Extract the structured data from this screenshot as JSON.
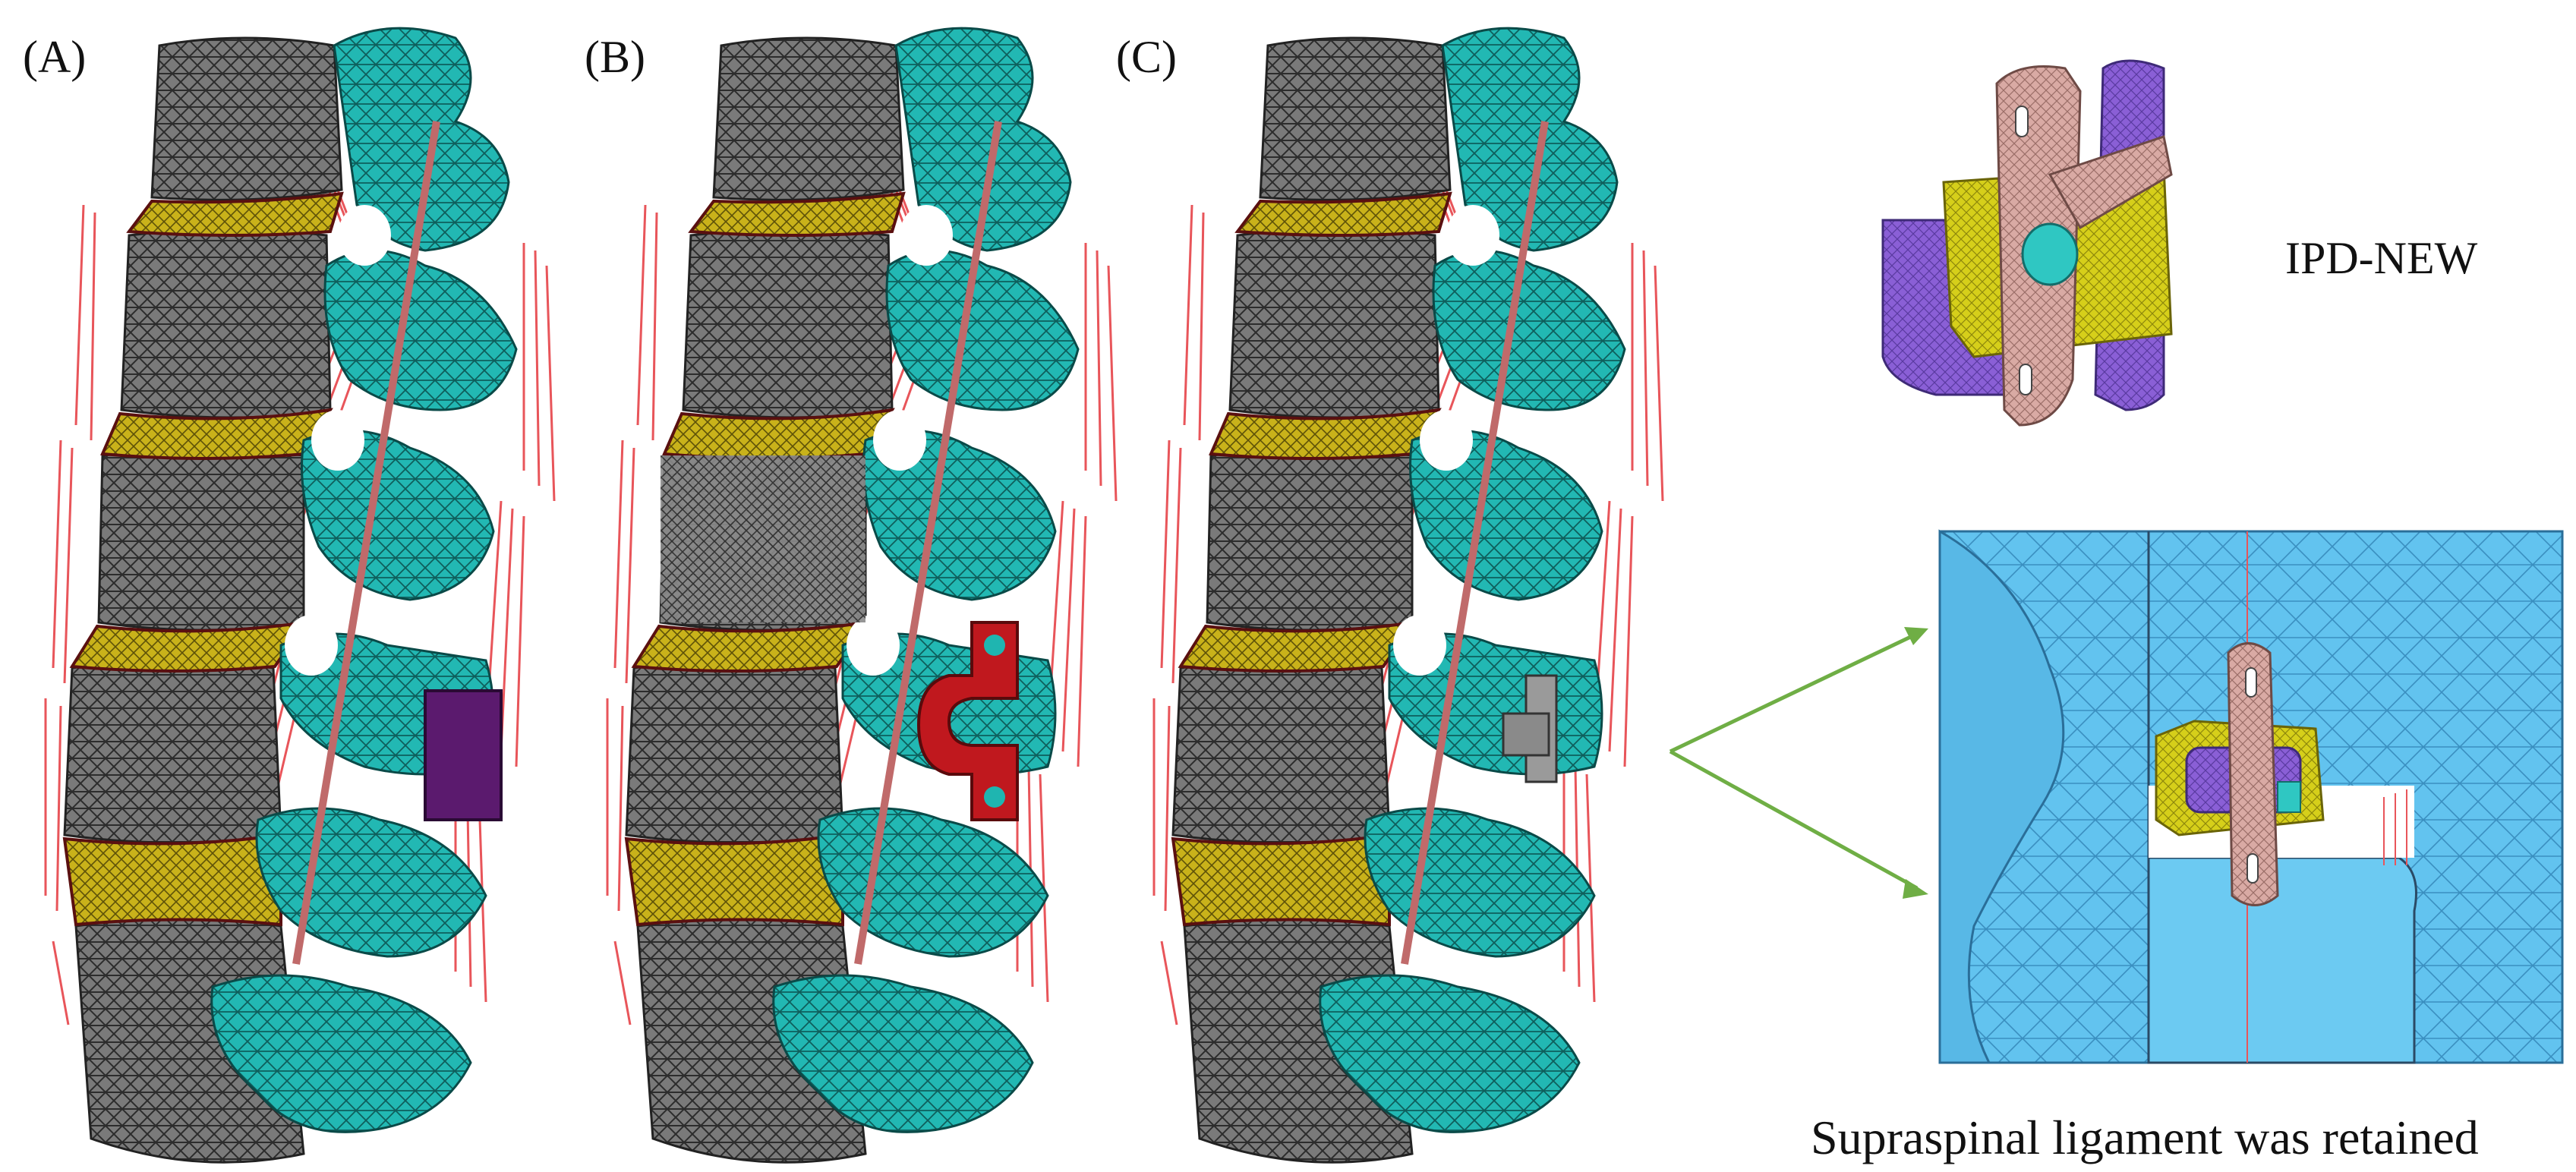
{
  "panels": [
    {
      "label": "(A)"
    },
    {
      "label": "(B)"
    },
    {
      "label": "(C)"
    }
  ],
  "device_name": "IPD-NEW",
  "caption": "Supraspinal ligament was retained",
  "colors": {
    "vertebral_body_mesh": "#6f6f6f",
    "posterior_elements": "#1fb5b0",
    "intervertebral_disc": "#c9b21a",
    "ligament": "#e8555a",
    "implant_a": "#5b1a6e",
    "implant_b": "#c0181e",
    "implant_c": "#8a8a8a",
    "device_pink": "#d9aaa4",
    "device_purple": "#8a5fd6",
    "device_yellow": "#d6cf1a",
    "device_cyan": "#2fc7c2",
    "zoom_background": "#5fc2ee",
    "arrow": "#6fae45"
  }
}
